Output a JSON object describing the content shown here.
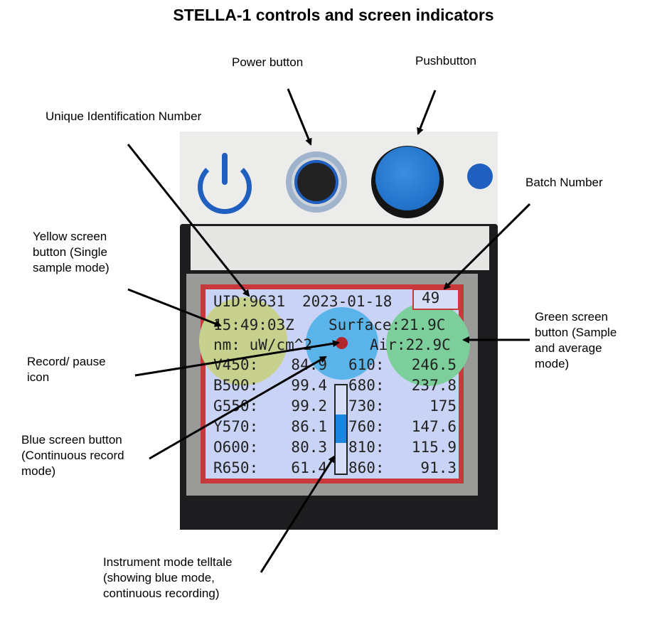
{
  "title": "STELLA-1 controls and screen indicators",
  "labels": {
    "power_button": "Power button",
    "pushbutton": "Pushbutton",
    "uid": "Unique Identification Number",
    "batch": "Batch Number",
    "yellow": [
      "Yellow screen",
      "button (Single",
      "sample mode)"
    ],
    "green": [
      "Green screen",
      "button (Sample",
      "and average",
      "mode)"
    ],
    "record": [
      "Record/ pause",
      "icon"
    ],
    "blue": [
      "Blue screen button",
      "(Continuous record",
      "mode)"
    ],
    "telltale": [
      "Instrument mode telltale",
      "(showing blue mode,",
      "continuous recording)"
    ]
  },
  "screen": {
    "uid": "UID:9631",
    "date": "2023-01-18",
    "batch": "49",
    "time": "15:49:03Z",
    "surface": "Surface:21.9C",
    "units": "nm: uW/cm^2",
    "air": "Air:22.9C",
    "left": [
      {
        "band": "V450:",
        "value": "84.9"
      },
      {
        "band": "B500:",
        "value": "99.4"
      },
      {
        "band": "G550:",
        "value": "99.2"
      },
      {
        "band": "Y570:",
        "value": "86.1"
      },
      {
        "band": "O600:",
        "value": "80.3"
      },
      {
        "band": "R650:",
        "value": "61.4"
      }
    ],
    "right": [
      {
        "band": "610:",
        "value": "246.5"
      },
      {
        "band": "680:",
        "value": "237.8"
      },
      {
        "band": "730:",
        "value": "175"
      },
      {
        "band": "760:",
        "value": "147.6"
      },
      {
        "band": "810:",
        "value": "115.9"
      },
      {
        "band": "860:",
        "value": "91.3"
      }
    ],
    "colors": {
      "yellow": "#c8d08e",
      "blue": "#5ab4ea",
      "green": "#7ccf9a",
      "record": "#b3262a",
      "border": "#c9383a",
      "bg": "#c9d3f5"
    }
  }
}
